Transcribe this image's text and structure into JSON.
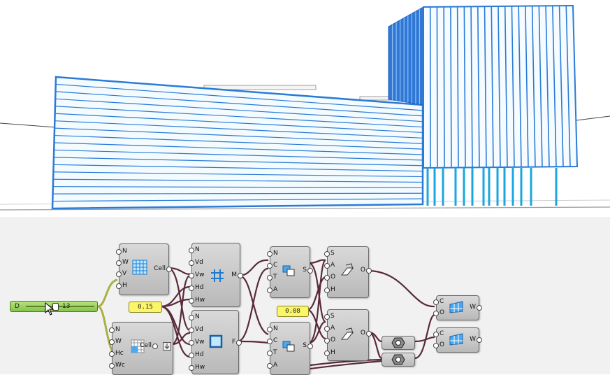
{
  "slider": {
    "label": "D",
    "value": "13"
  },
  "panels": {
    "p1": "0.15",
    "p2": "0.08"
  },
  "components": {
    "grid_top": {
      "inputs": [
        "N",
        "W",
        "V",
        "H"
      ],
      "output": "Cell"
    },
    "grid_bot": {
      "inputs": [
        "N",
        "W",
        "Hc",
        "Wc"
      ],
      "output": "Cell"
    },
    "mullion_top": {
      "inputs": [
        "N",
        "Vd",
        "Vw",
        "Hd",
        "Hw"
      ],
      "output": "M"
    },
    "frame_bot": {
      "inputs": [
        "N",
        "Vd",
        "Vw",
        "Hd",
        "Hw"
      ],
      "output": "F"
    },
    "swap_top": {
      "inputs": [
        "N",
        "C",
        "T",
        "A"
      ],
      "output": "S"
    },
    "swap_bot": {
      "inputs": [
        "N",
        "C",
        "T",
        "A"
      ],
      "output": "S"
    },
    "orient_top": {
      "inputs": [
        "S",
        "A",
        "O",
        "H"
      ],
      "output": "O"
    },
    "orient_bot": {
      "inputs": [
        "S",
        "A",
        "O",
        "H"
      ],
      "output": "O"
    },
    "wall_top": {
      "inputs": [
        "C",
        "O"
      ],
      "output": "W"
    },
    "wall_bot": {
      "inputs": [
        "C",
        "O"
      ],
      "output": "W"
    }
  },
  "colors": {
    "building": "#2b7bd6",
    "columns": "#1aa6e0",
    "wire": "#5a2a3a",
    "slider": "#86c24a",
    "panel": "#fbf56a"
  }
}
